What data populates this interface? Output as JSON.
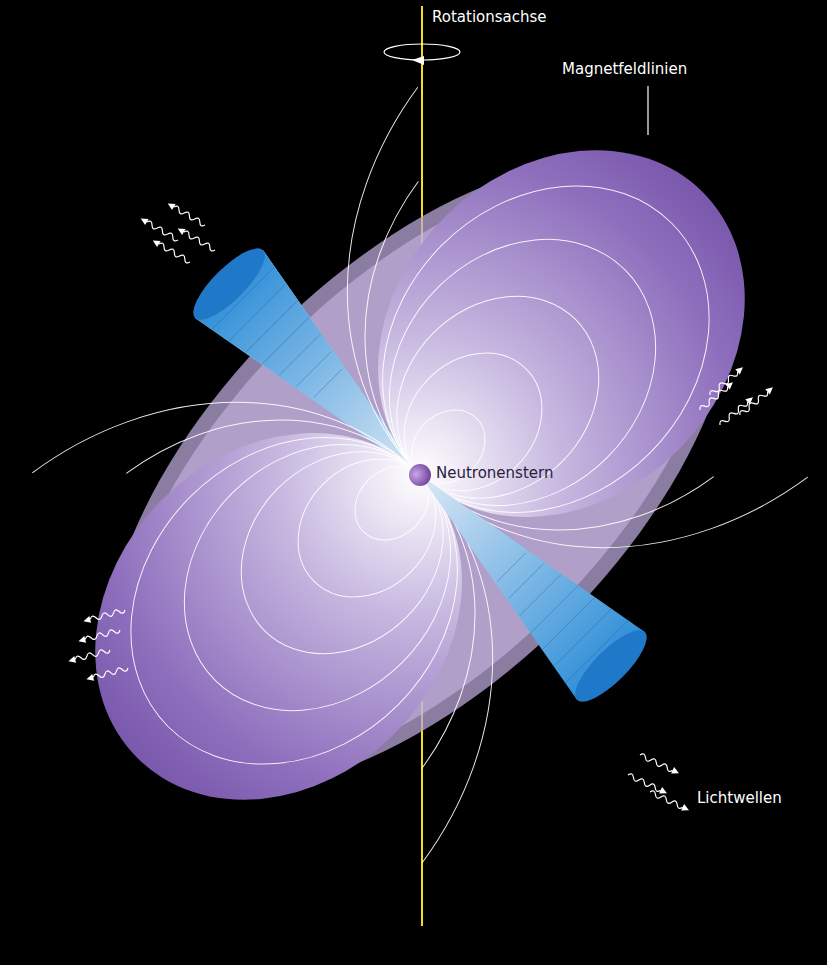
{
  "diagram": {
    "labels": [
      "Rotationsachse",
      "Magnetfeldlinien",
      "Neutronenstern",
      "Lichtwellen"
    ]
  }
}
